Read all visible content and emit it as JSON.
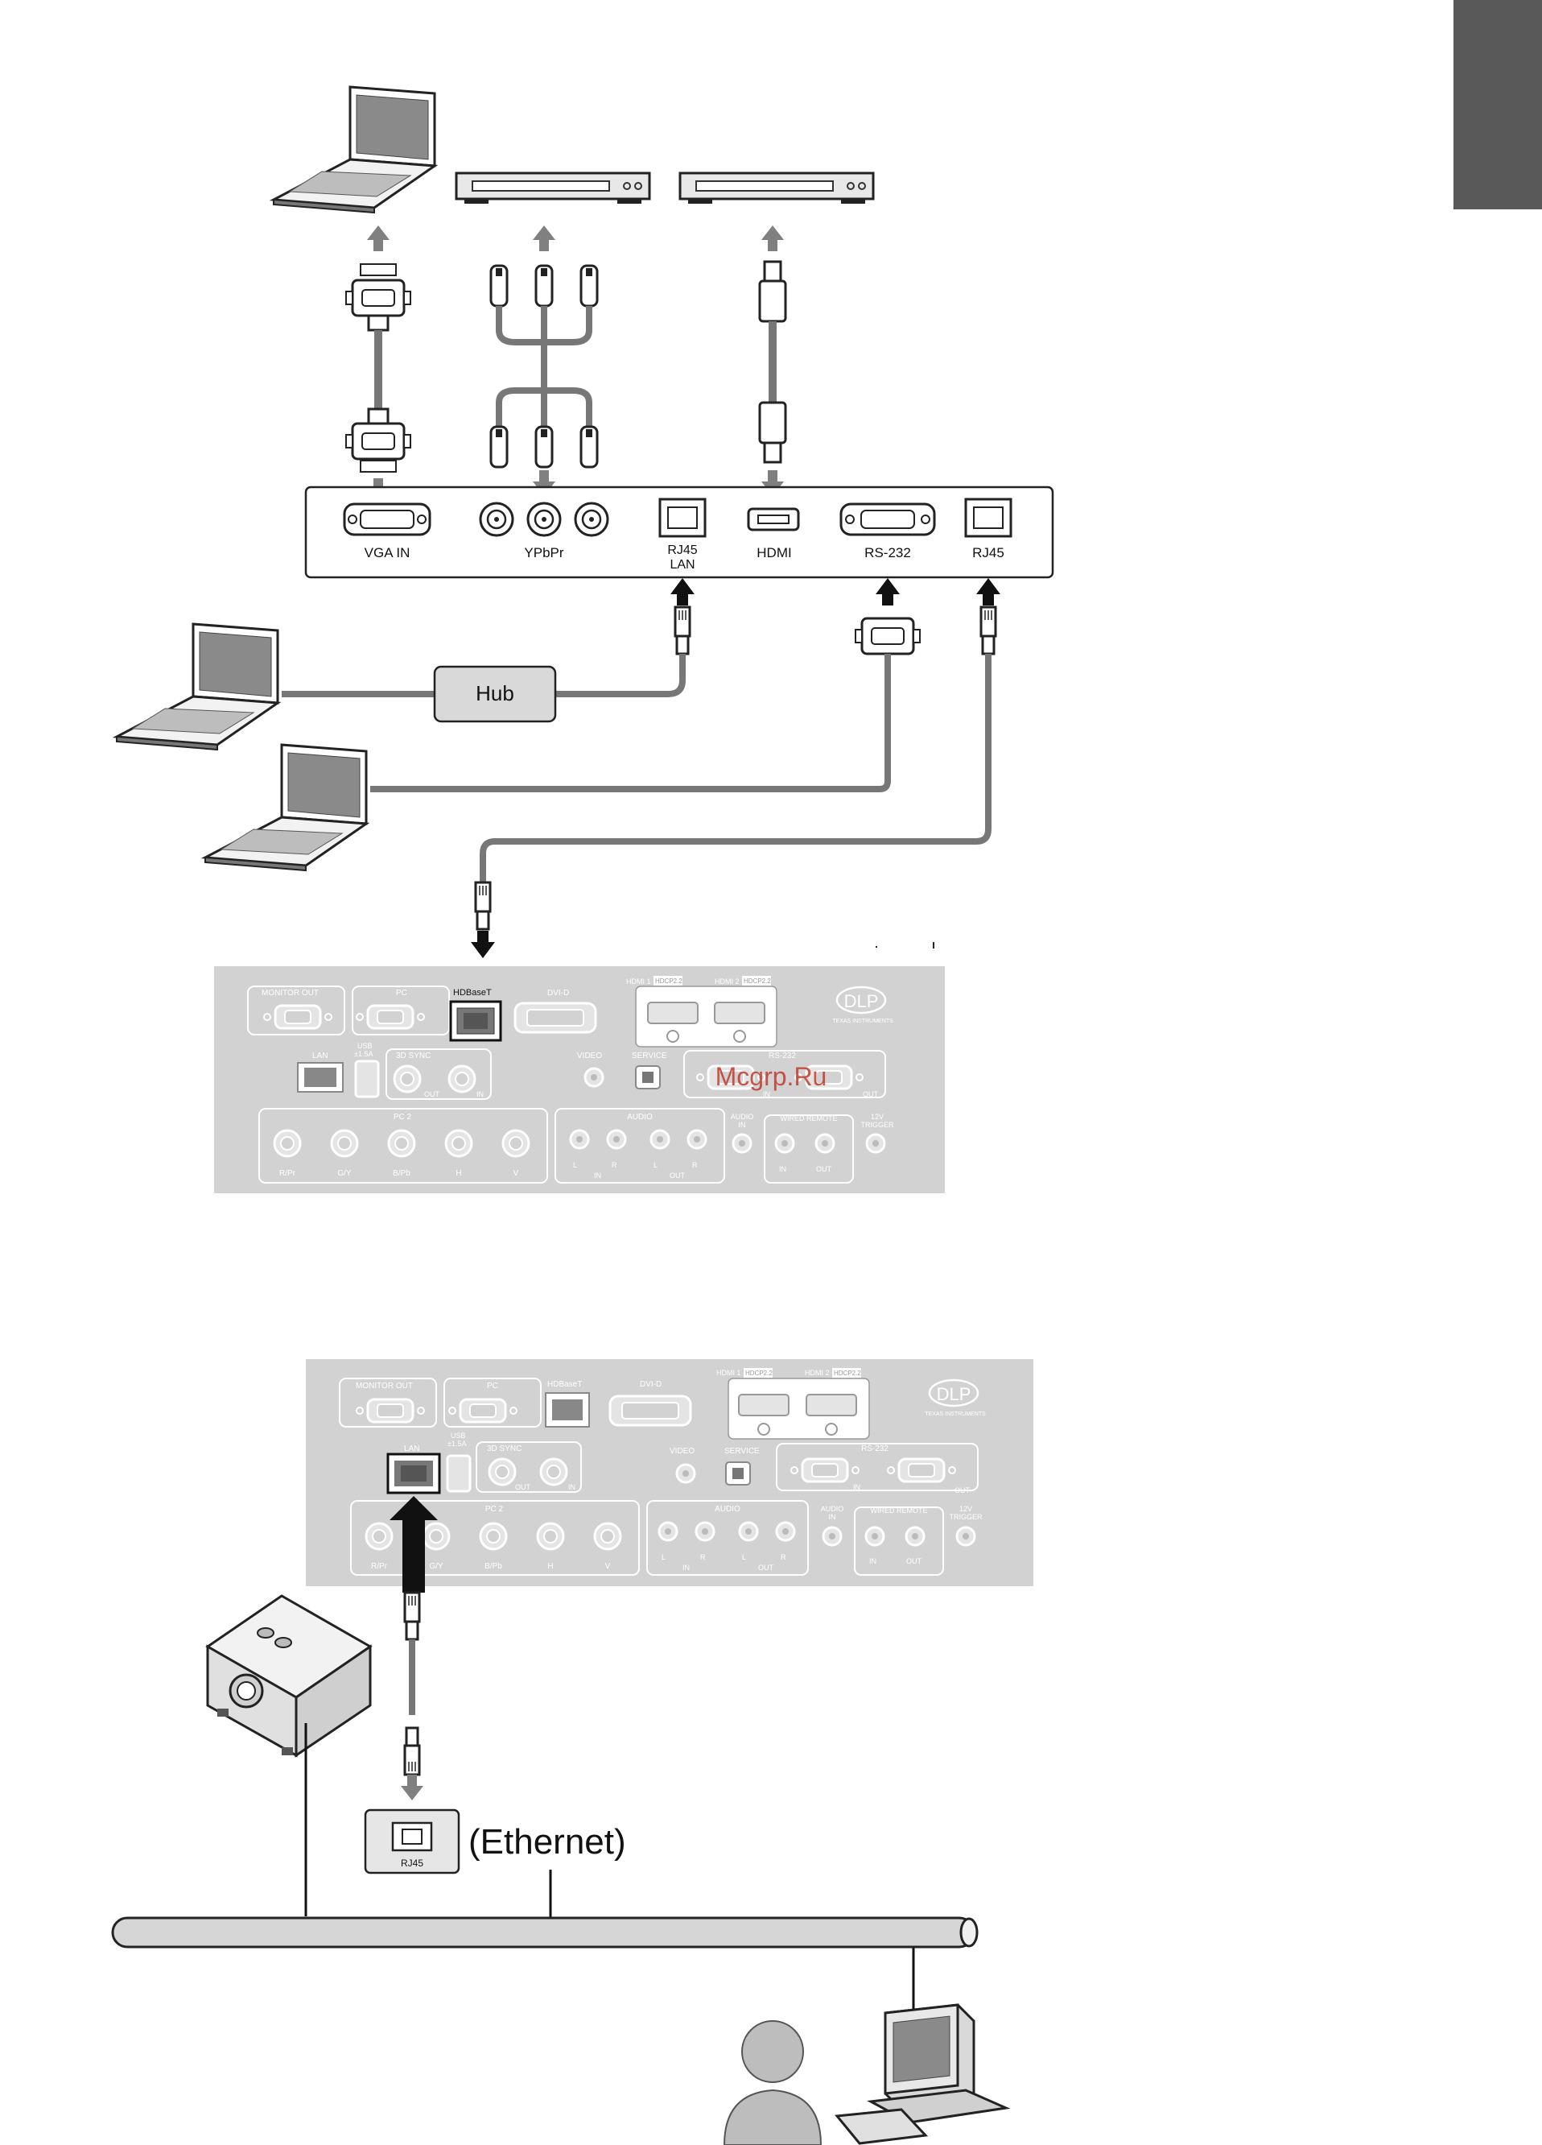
{
  "wallplate": {
    "vga_in": "VGA IN",
    "ypbpr": "YPbPr",
    "rj45_lan_line1": "RJ45",
    "rj45_lan_line2": "LAN",
    "hdmi": "HDMI",
    "rs232": "RS-232",
    "rj45": "RJ45"
  },
  "hub_label": "Hub",
  "watermark": "Mcgrp.Ru",
  "projector_panel": {
    "monitor_out": "MONITOR OUT",
    "pc": "PC",
    "hdbaset": "HDBaseT",
    "dvi_d": "DVI-D",
    "hdmi1": "HDMI 1",
    "hdmi2": "HDMI 2",
    "hdcp": "HDCP2.2",
    "lan": "LAN",
    "usb_line1": "USB",
    "usb_line2": "±1.5A",
    "sync_3d": "3D SYNC",
    "video": "VIDEO",
    "service": "SERVICE",
    "rs232": "RS-232",
    "in": "IN",
    "out": "OUT",
    "pc2": "PC 2",
    "rpr": "R/Pr",
    "gy": "G/Y",
    "bpb": "B/Pb",
    "h": "H",
    "v": "V",
    "audio": "AUDIO",
    "audio_in_line1": "AUDIO",
    "audio_in_line2": "IN",
    "wired_remote": "WIRED REMOTE",
    "trigger_line1": "12V",
    "trigger_line2": "TRIGGER",
    "l": "L",
    "r": "R",
    "dlp": "DLP",
    "texas": "TEXAS INSTRUMENTS"
  },
  "ethernet_port_label": "RJ45",
  "ethernet_label": "(Ethernet)",
  "colors": {
    "tab": "#595959",
    "panel": "#d2d2d2",
    "cable": "#888888",
    "arrow": "#808080"
  }
}
